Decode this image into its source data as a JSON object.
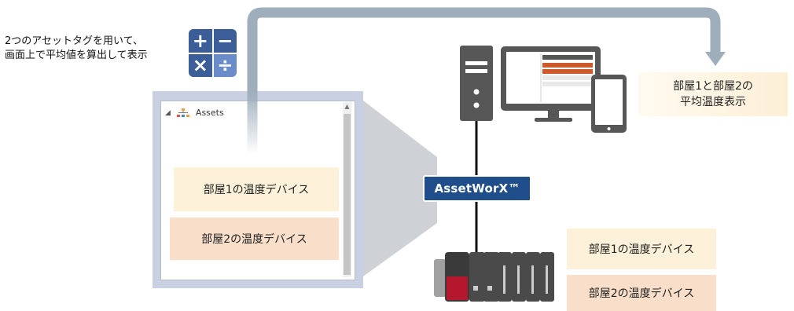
{
  "caption": {
    "line1": "2つのアセットタグを用いて、",
    "line2": "画面上で平均値を算出して表示"
  },
  "calculator": {
    "plus": "+",
    "minus": "−",
    "times": "×",
    "divide": "÷"
  },
  "asset_tree": {
    "root_label": "Assets",
    "items": [
      {
        "label": "部屋1の温度デバイス"
      },
      {
        "label": "部屋2の温度デバイス"
      }
    ]
  },
  "average_display": {
    "line1": "部屋1と部屋2の",
    "line2": "平均温度表示"
  },
  "badge_label": "AssetWorX™",
  "devices": [
    {
      "label": "部屋1の温度デバイス"
    },
    {
      "label": "部屋2の温度デバイス"
    }
  ],
  "colors": {
    "arrow": "#9eaebb",
    "badge": "#1f4e8a",
    "chip_yellow": "#fdf2d9",
    "chip_peach": "#f9dfc9",
    "plc_red": "#b5172e",
    "calculator": "#3b5e98"
  }
}
